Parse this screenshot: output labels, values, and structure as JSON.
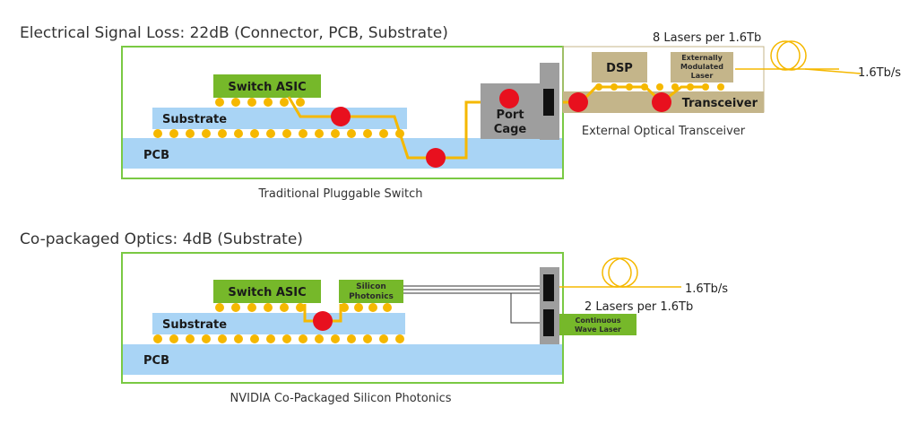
{
  "top": {
    "title": "Electrical Signal Loss: 22dB (Connector, PCB, Substrate)",
    "switch_asic": "Switch ASIC",
    "substrate": "Substrate",
    "pcb": "PCB",
    "port_cage_line1": "Port",
    "port_cage_line2": "Cage",
    "dsp": "DSP",
    "eml_line1": "Externally",
    "eml_line2": "Modulated",
    "eml_line3": "Laser",
    "transceiver": "Transceiver",
    "lasers_note": "8 Lasers per 1.6Tb",
    "rate": "1.6Tb/s",
    "transceiver_caption": "External Optical Transceiver",
    "caption": "Traditional Pluggable Switch"
  },
  "bottom": {
    "title": "Co-packaged Optics: 4dB (Substrate)",
    "switch_asic": "Switch ASIC",
    "sp_line1": "Silicon",
    "sp_line2": "Photonics",
    "substrate": "Substrate",
    "pcb": "PCB",
    "rate": "1.6Tb/s",
    "lasers_note": "2 Lasers per 1.6Tb",
    "cwl_line1": "Continuous",
    "cwl_line2": "Wave Laser",
    "caption": "NVIDIA Co-Packaged Silicon Photonics"
  },
  "colors": {
    "green_box": "#7ac943",
    "label_green": "#76b82a",
    "substrate": "#a9d4f5",
    "pcb": "#a9d4f5",
    "solder": "#f5b800",
    "trace": "#f5b800",
    "loss_point": "#e8101e",
    "transceiver": "#c4b58a",
    "cage": "#9e9e9e"
  }
}
